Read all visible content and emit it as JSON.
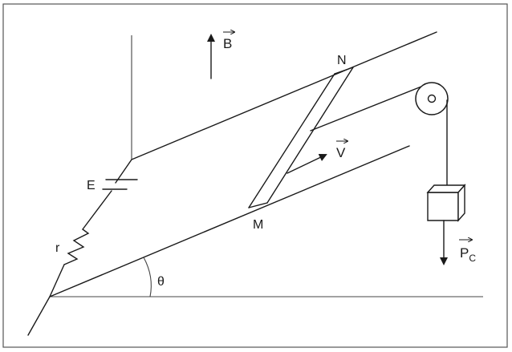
{
  "labels": {
    "magnetic_field": "B",
    "end_n": "N",
    "end_m": "M",
    "velocity": "V",
    "emf": "E",
    "resistance": "r",
    "angle": "θ",
    "weight_main": "P",
    "weight_sub": "C"
  },
  "colors": {
    "stroke": "#1a1a1a",
    "frame": "#555555",
    "background": "#ffffff"
  }
}
